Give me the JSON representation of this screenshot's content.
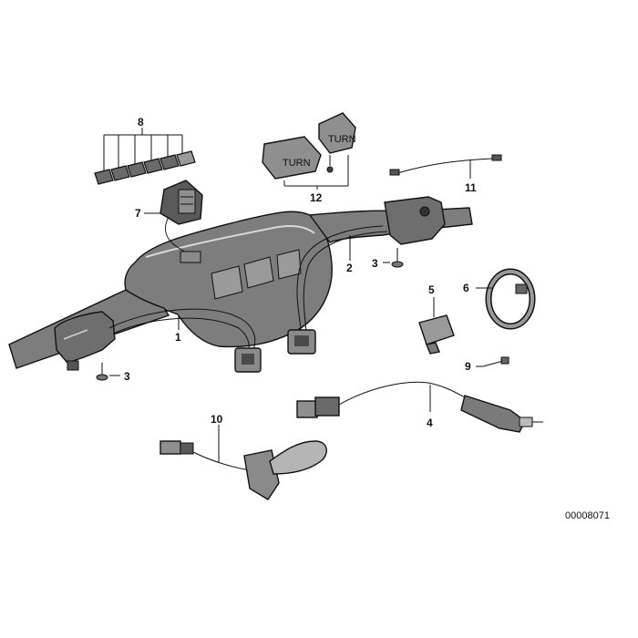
{
  "diagram": {
    "callouts": {
      "c1": "1",
      "c2": "2",
      "c3a": "3",
      "c3b": "3",
      "c4": "4",
      "c5": "5",
      "c6": "6",
      "c7": "7",
      "c8": "8",
      "c9": "9",
      "c10": "10",
      "c11": "11",
      "c12": "12"
    },
    "reference_code": "00008071",
    "cover_label_left": "TURN",
    "cover_label_right": "TURN"
  }
}
